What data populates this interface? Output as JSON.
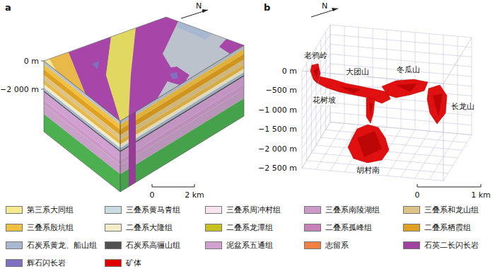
{
  "diagram": {
    "labels": [
      "a",
      "0 m",
      "−2 000 m",
      "N",
      "0",
      "2 km",
      "b",
      "N",
      "0 m",
      "−500 m",
      "−1 000 m",
      "−1 500 m",
      "−2 000 m",
      "−2 500 m",
      "老鸦岭",
      "大团山",
      "冬瓜山",
      "花树坡",
      "长龙山",
      "胡村南",
      "0",
      "1 km"
    ],
    "legend": [
      {
        "text": "第三系大同组",
        "color": "#f7e98e"
      },
      {
        "text": "三叠系黄马青组",
        "color": "#c9dde0"
      },
      {
        "text": "三叠系周冲村组",
        "color": "#f6e4ef"
      },
      {
        "text": "三叠系南陵湖组",
        "color": "#cc99c8"
      },
      {
        "text": "三叠系和龙山组",
        "color": "#ddc486"
      },
      {
        "text": "三叠系殷坑组",
        "color": "#f0c040"
      },
      {
        "text": "二叠系大隆组",
        "color": "#f3ecc8"
      },
      {
        "text": "二叠系龙潭组",
        "color": "#c8c020"
      },
      {
        "text": "二叠系孤峰组",
        "color": "#c880b8"
      },
      {
        "text": "二叠系栖霞组",
        "color": "#e0a020"
      },
      {
        "text": "石炭系黄龙、船山组",
        "color": "#a8b8d0"
      },
      {
        "text": "石炭系高骊山组",
        "color": "#505050"
      },
      {
        "text": "泥盆系五通组",
        "color": "#d0a0d0"
      },
      {
        "text": "志留系",
        "color": "#f08040"
      },
      {
        "text": "石英二长闪长岩",
        "color": "#a040a0"
      },
      {
        "text": "辉石闪长岩",
        "color": "#8070c0"
      },
      {
        "text": "矿体",
        "color": "#e00000"
      }
    ]
  }
}
